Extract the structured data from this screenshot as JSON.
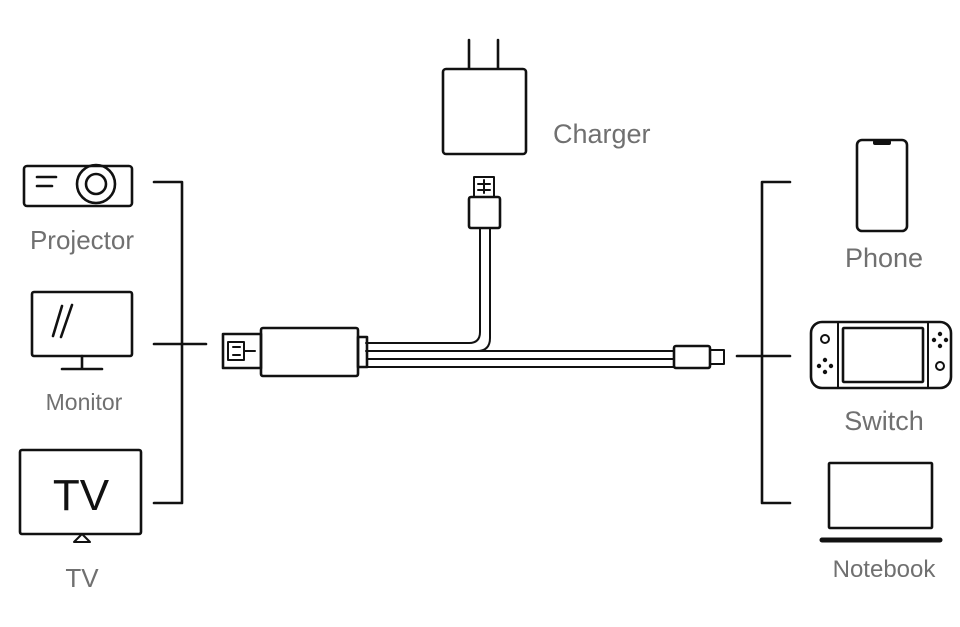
{
  "diagram": {
    "center": {
      "charger_label": "Charger"
    },
    "left_devices": [
      {
        "label": "Projector"
      },
      {
        "label": "Monitor"
      },
      {
        "label": "TV",
        "screen_text": "TV"
      }
    ],
    "right_devices": [
      {
        "label": "Phone"
      },
      {
        "label": "Switch"
      },
      {
        "label": "Notebook"
      }
    ]
  }
}
